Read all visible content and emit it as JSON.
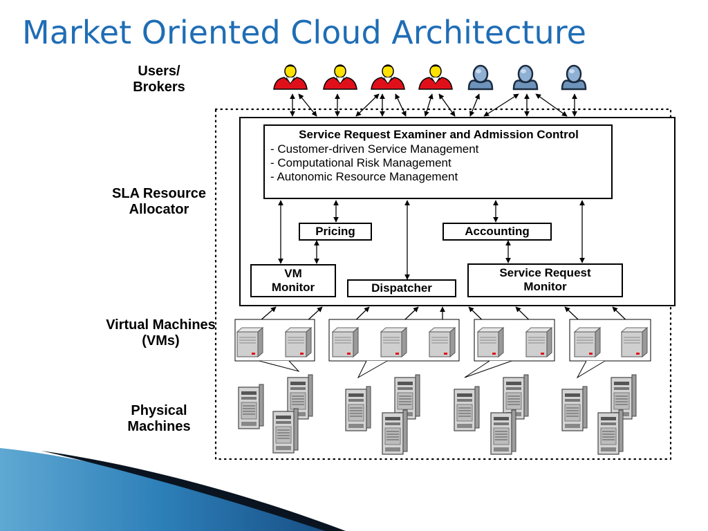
{
  "slide": {
    "title": "Market Oriented Cloud Architecture"
  },
  "layers": {
    "users": "Users/ Brokers",
    "sla": "SLA Resource Allocator",
    "vms": "Virtual Machines (VMs)",
    "physical": "Physical Machines"
  },
  "components": {
    "examiner_title": "Service Request Examiner and Admission Control",
    "examiner_items": [
      "- Customer-driven Service Management",
      "- Computational Risk Management",
      "- Autonomic Resource Management"
    ],
    "pricing": "Pricing",
    "accounting": "Accounting",
    "vm_monitor": "VM Monitor",
    "dispatcher": "Dispatcher",
    "service_request_monitor": "Service Request Monitor"
  },
  "colors": {
    "title": "#1f6db5",
    "user_red": "#e0101a",
    "user_blue": "#6e93bb",
    "server_gray": "#c8c8c8",
    "slide_accent": "#1a4f86"
  },
  "icons": {
    "user": "person-icon",
    "vm": "server-icon",
    "physical": "tower-server-icon"
  }
}
